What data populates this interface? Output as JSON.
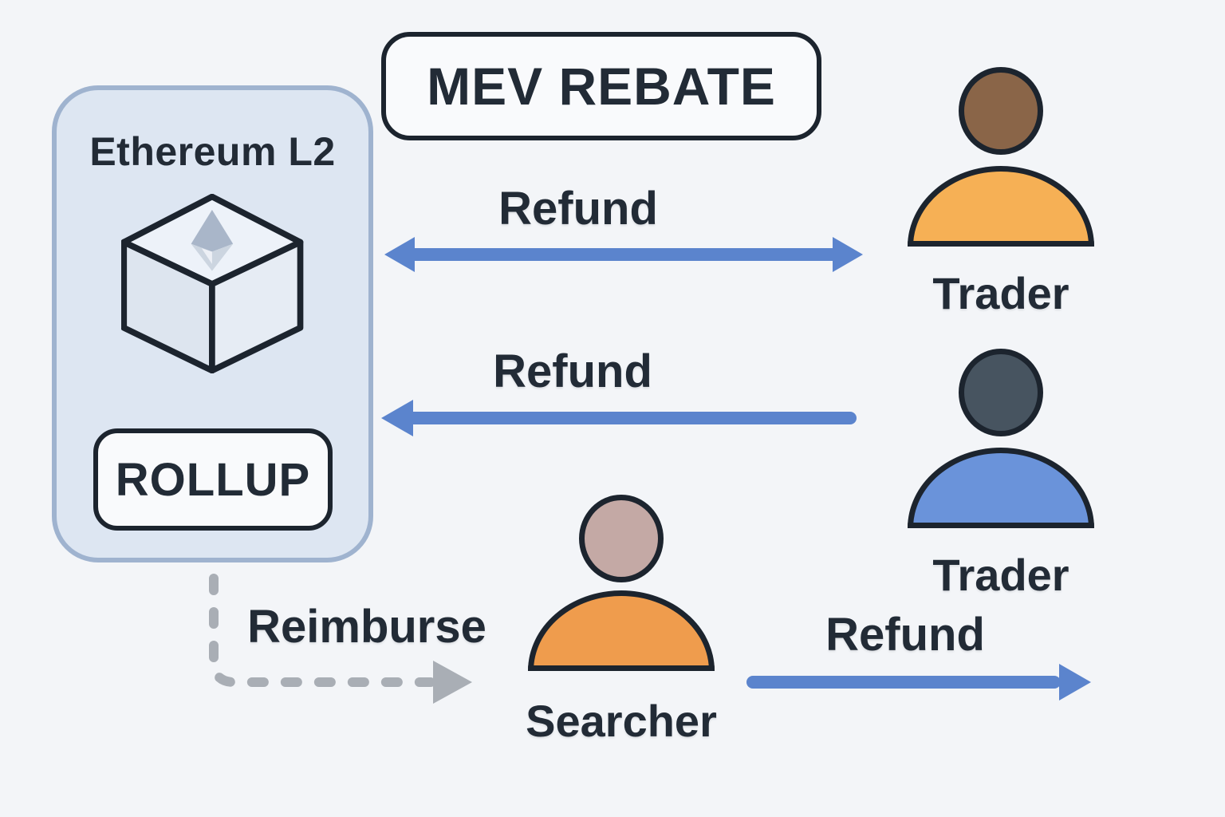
{
  "colors": {
    "background": "#f3f5f8",
    "panel_fill": "#dde6f2",
    "panel_border": "#9fb3cf",
    "ink": "#222b36",
    "stroke": "#1c242e",
    "arrow_blue": "#5b84cd",
    "dash_gray": "#a9aeb5",
    "box_fill": "#f9fafc"
  },
  "title": {
    "label": "MEV REBATE"
  },
  "l2_panel": {
    "label": "Ethereum L2",
    "rollup_label": "ROLLUP",
    "icon": "ethereum-cube-icon"
  },
  "flows": {
    "refund_top": {
      "label": "Refund",
      "direction": "bidirectional",
      "style": "solid",
      "from": "Ethereum L2",
      "to": "Trader"
    },
    "refund_middle": {
      "label": "Refund",
      "direction": "left",
      "style": "solid",
      "from": "Trader",
      "to": "Ethereum L2"
    },
    "reimburse": {
      "label": "Reimburse",
      "direction": "right",
      "style": "dashed",
      "from": "Ethereum L2",
      "to": "Searcher"
    },
    "refund_bottom": {
      "label": "Refund",
      "direction": "right",
      "style": "solid",
      "from": "Searcher",
      "to": "Trader"
    }
  },
  "actors": [
    {
      "name": "Trader",
      "head_color": "#8a6548",
      "body_color": "#f6b055"
    },
    {
      "name": "Trader",
      "head_color": "#475460",
      "body_color": "#6a93da"
    },
    {
      "name": "Searcher",
      "head_color": "#c4a9a5",
      "body_color": "#ef9c4d"
    }
  ]
}
